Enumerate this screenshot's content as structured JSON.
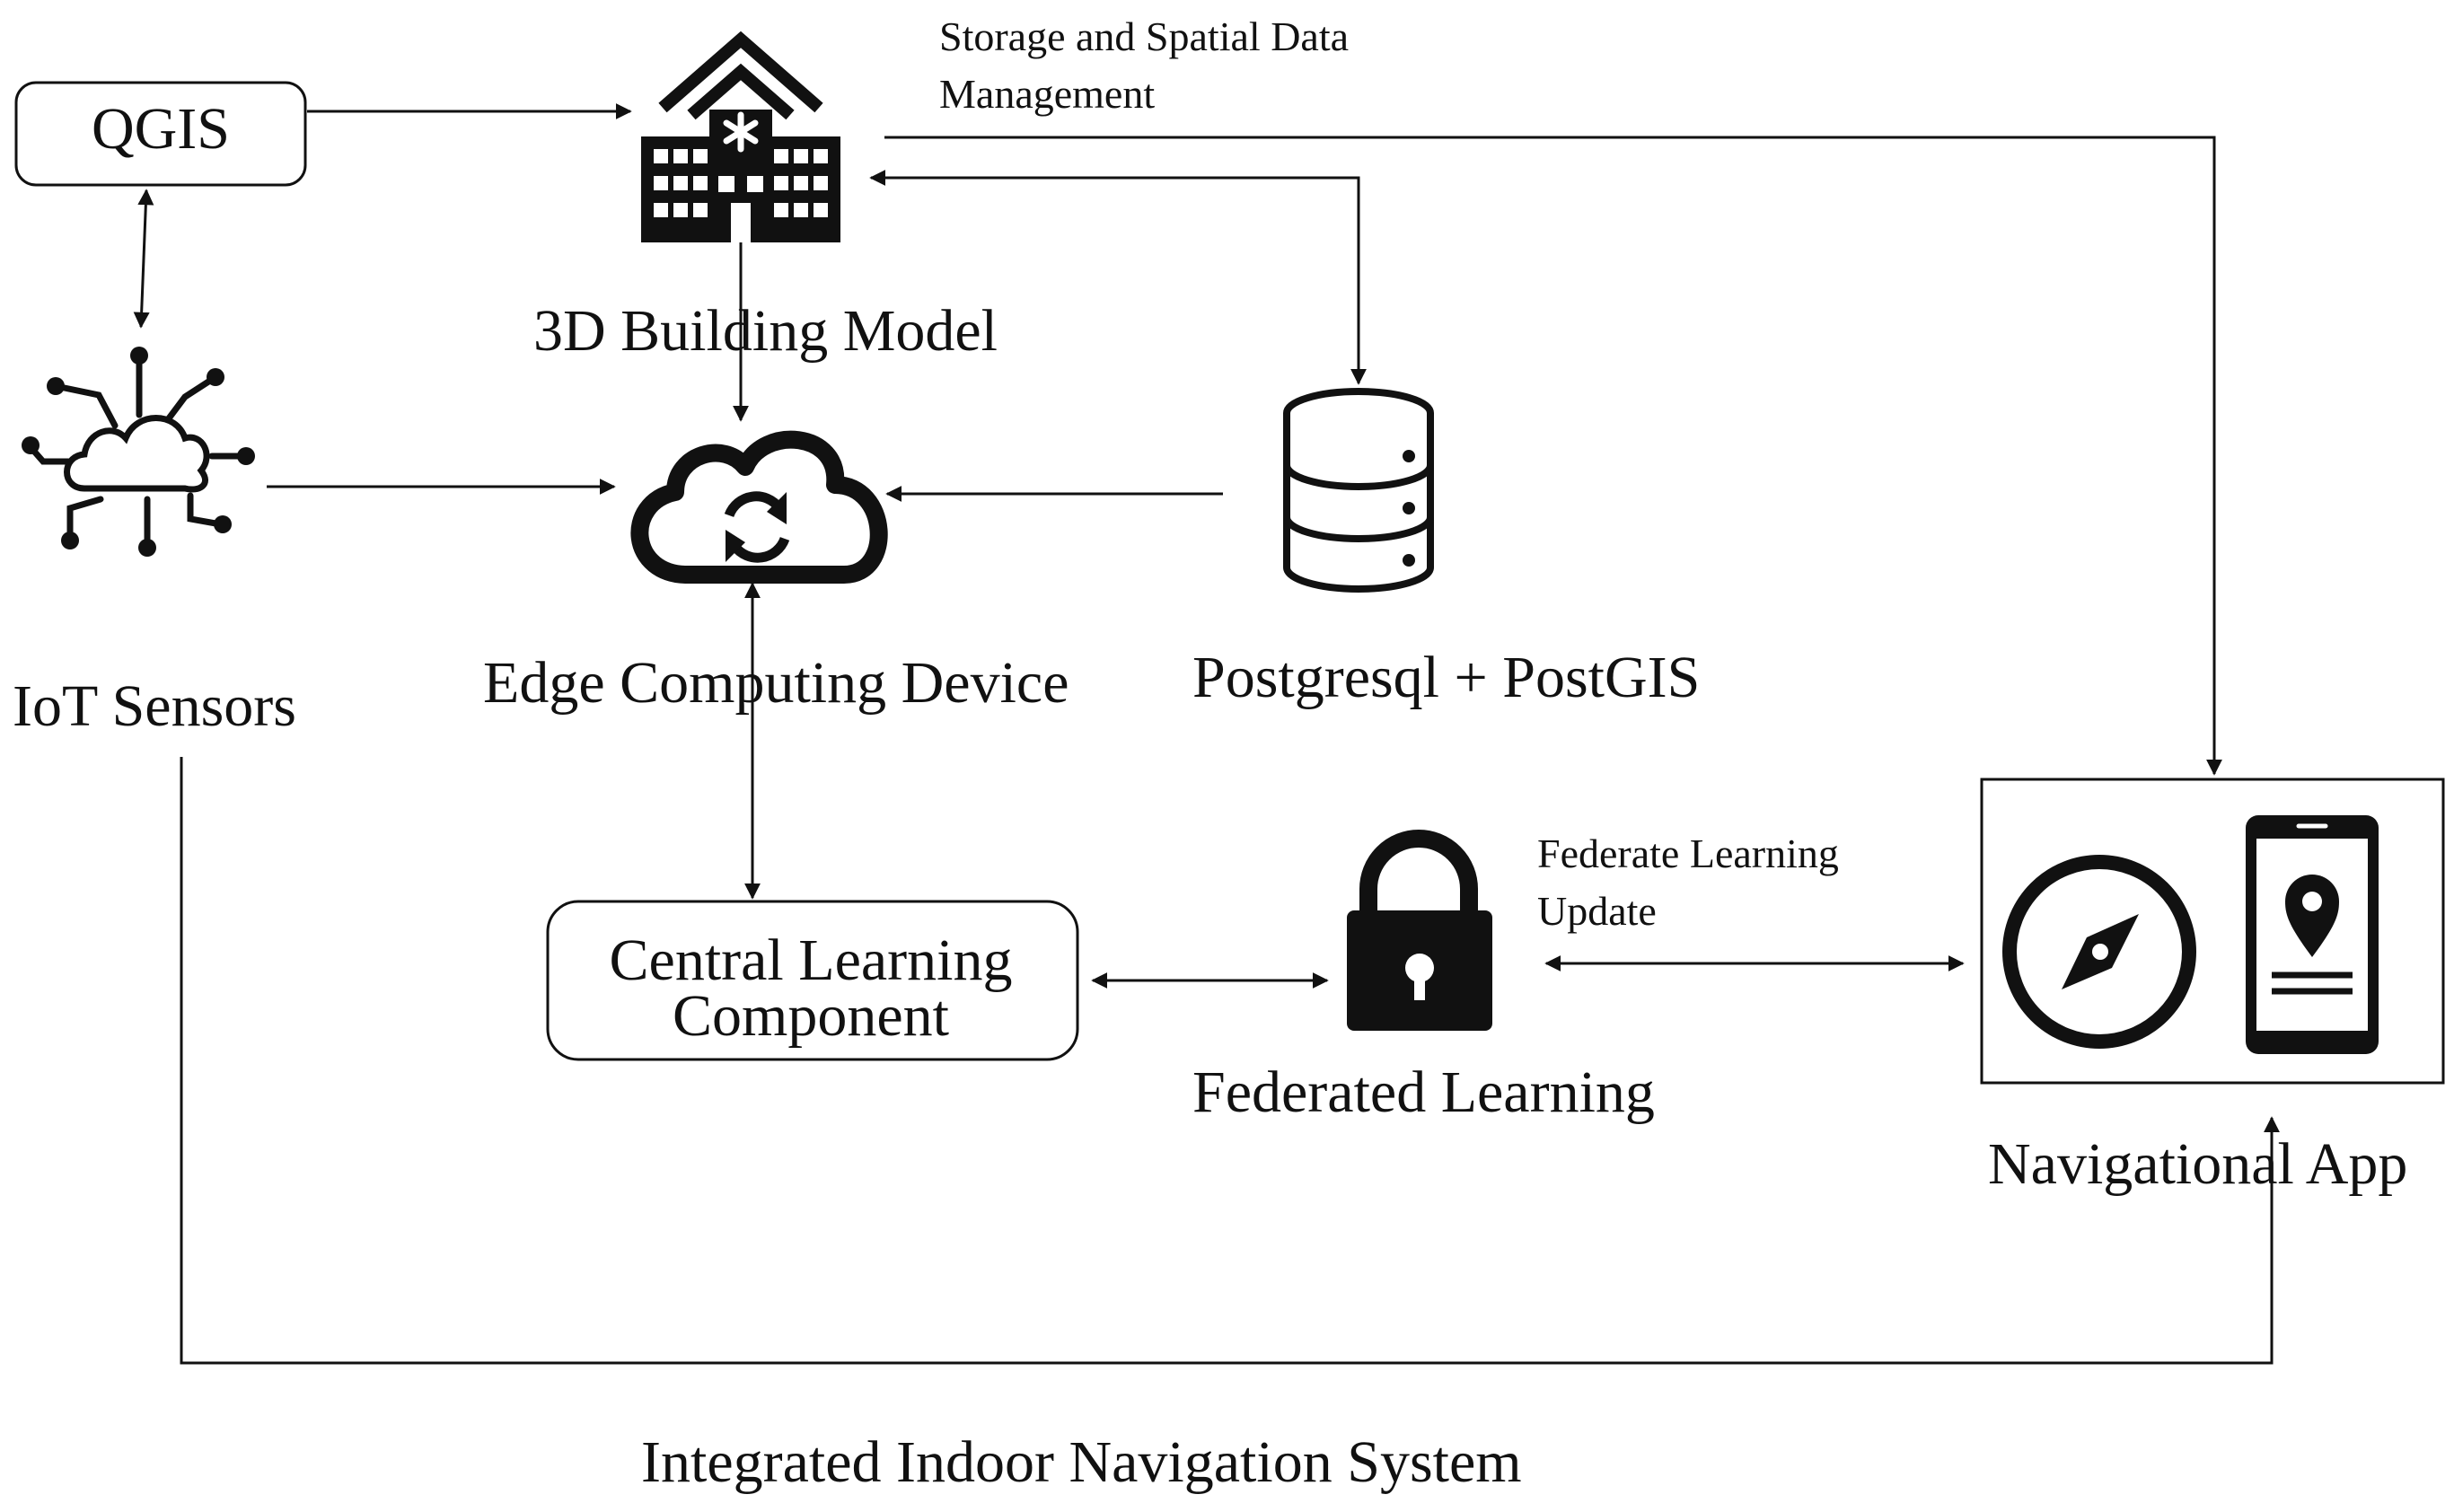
{
  "nodes": {
    "qgis": {
      "label": "QGIS"
    },
    "building": {
      "label": "3D Building Model"
    },
    "iot": {
      "label": "IoT Sensors"
    },
    "edge": {
      "label": "Edge Computing Device"
    },
    "db": {
      "label": "Postgresql + PostGIS"
    },
    "central": {
      "label_line1": "Central Learning",
      "label_line2": "Component"
    },
    "federated": {
      "label": "Federated Learning"
    },
    "nav_app": {
      "label": "Navigational App"
    }
  },
  "edge_labels": {
    "storage_line1": "Storage and Spatial Data",
    "storage_line2": "Management",
    "fl_update_line1": "Federate Learning",
    "fl_update_line2": "Update"
  },
  "footer": {
    "title": "Integrated Indoor Navigation System"
  },
  "icons": [
    "hospital-building-icon",
    "cloud-network-icon",
    "cloud-sync-icon",
    "database-icon",
    "padlock-icon",
    "compass-icon",
    "smartphone-location-icon"
  ],
  "colors": {
    "stroke": "#111111",
    "background": "#ffffff"
  }
}
